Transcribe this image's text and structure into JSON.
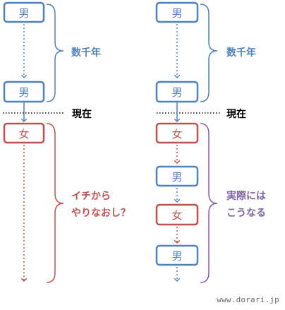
{
  "colors": {
    "blue": "#4f81bd",
    "red": "#c0504d",
    "purple": "#8064a2",
    "black": "#000000"
  },
  "left": {
    "box_top": "男",
    "box_bottom": "男",
    "span_label": "数千年",
    "box_female": "女",
    "question_line1": "イチから",
    "question_line2": "やりなおし？"
  },
  "right": {
    "box_top": "男",
    "box_bottom": "男",
    "span_label": "数千年",
    "box_f1": "女",
    "box_m1": "男",
    "box_f2": "女",
    "box_m2": "男",
    "answer_line1": "実際には",
    "answer_line2": "こうなる"
  },
  "present_label_left": "現在",
  "present_label_right": "現在",
  "watermark": "www.dorari.jp"
}
